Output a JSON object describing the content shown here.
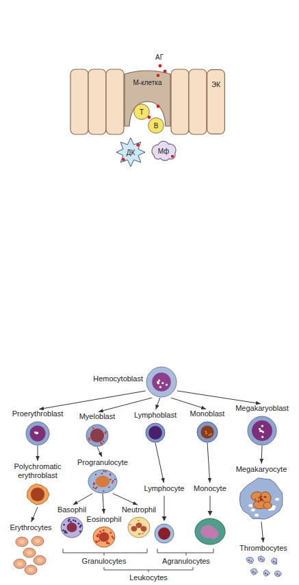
{
  "diagram": {
    "nodes": [
      {
        "text": [
          "М-клетка"
        ]
      },
      {
        "text": [
          "ЭК"
        ]
      },
      {
        "text": [
          "Т"
        ]
      },
      {
        "text": [
          "В"
        ]
      },
      {
        "text": [
          "ДК"
        ]
      },
      {
        "text": [
          "Мф"
        ]
      },
      {
        "text": [
          "Hemocytoblast"
        ]
      },
      {
        "text": [
          "Proerythroblast"
        ]
      },
      {
        "text": [
          "Myeloblast"
        ]
      },
      {
        "text": [
          "Lymphoblast"
        ]
      },
      {
        "text": [
          "Monoblast"
        ]
      },
      {
        "text": [
          "Megakaryoblast"
        ]
      },
      {
        "text": [
          "Polychromatic erythroblast"
        ]
      },
      {
        "text": [
          "Progranulocyte"
        ]
      },
      {
        "text": [
          "Megakaryocyte"
        ]
      },
      {
        "text": [
          "Lymphocyte"
        ]
      },
      {
        "text": [
          "Monocyte"
        ]
      },
      {
        "text": [
          "Basophil"
        ]
      },
      {
        "text": [
          "Eosinophil"
        ]
      },
      {
        "text": [
          "Neutrophil"
        ]
      },
      {
        "text": [
          "Erythrocytes"
        ]
      },
      {
        "text": [
          "Thrombocytes"
        ]
      }
    ],
    "edges": [
      {
        "from": 6,
        "to": 7,
        "arrow": "to"
      },
      {
        "from": 6,
        "to": 8,
        "arrow": "to"
      },
      {
        "from": 6,
        "to": 9,
        "arrow": "to"
      },
      {
        "from": 6,
        "to": 10,
        "arrow": "to"
      },
      {
        "from": 6,
        "to": 11,
        "arrow": "to"
      },
      {
        "from": 7,
        "to": 12,
        "arrow": "to"
      },
      {
        "from": 12,
        "to": 20,
        "arrow": "to"
      },
      {
        "from": 8,
        "to": 13,
        "arrow": "to"
      },
      {
        "from": 13,
        "to": 17,
        "arrow": "to"
      },
      {
        "from": 13,
        "to": 18,
        "arrow": "to"
      },
      {
        "from": 13,
        "to": 19,
        "arrow": "to"
      },
      {
        "from": 9,
        "to": 15,
        "arrow": "to"
      },
      {
        "from": 10,
        "to": 16,
        "arrow": "to"
      },
      {
        "from": 11,
        "to": 14,
        "arrow": "to"
      },
      {
        "from": 14,
        "to": 21,
        "arrow": "to"
      }
    ],
    "labels": [
      "АГ",
      "Granulocytes",
      "Agranulocytes",
      "Leukocytes"
    ]
  }
}
